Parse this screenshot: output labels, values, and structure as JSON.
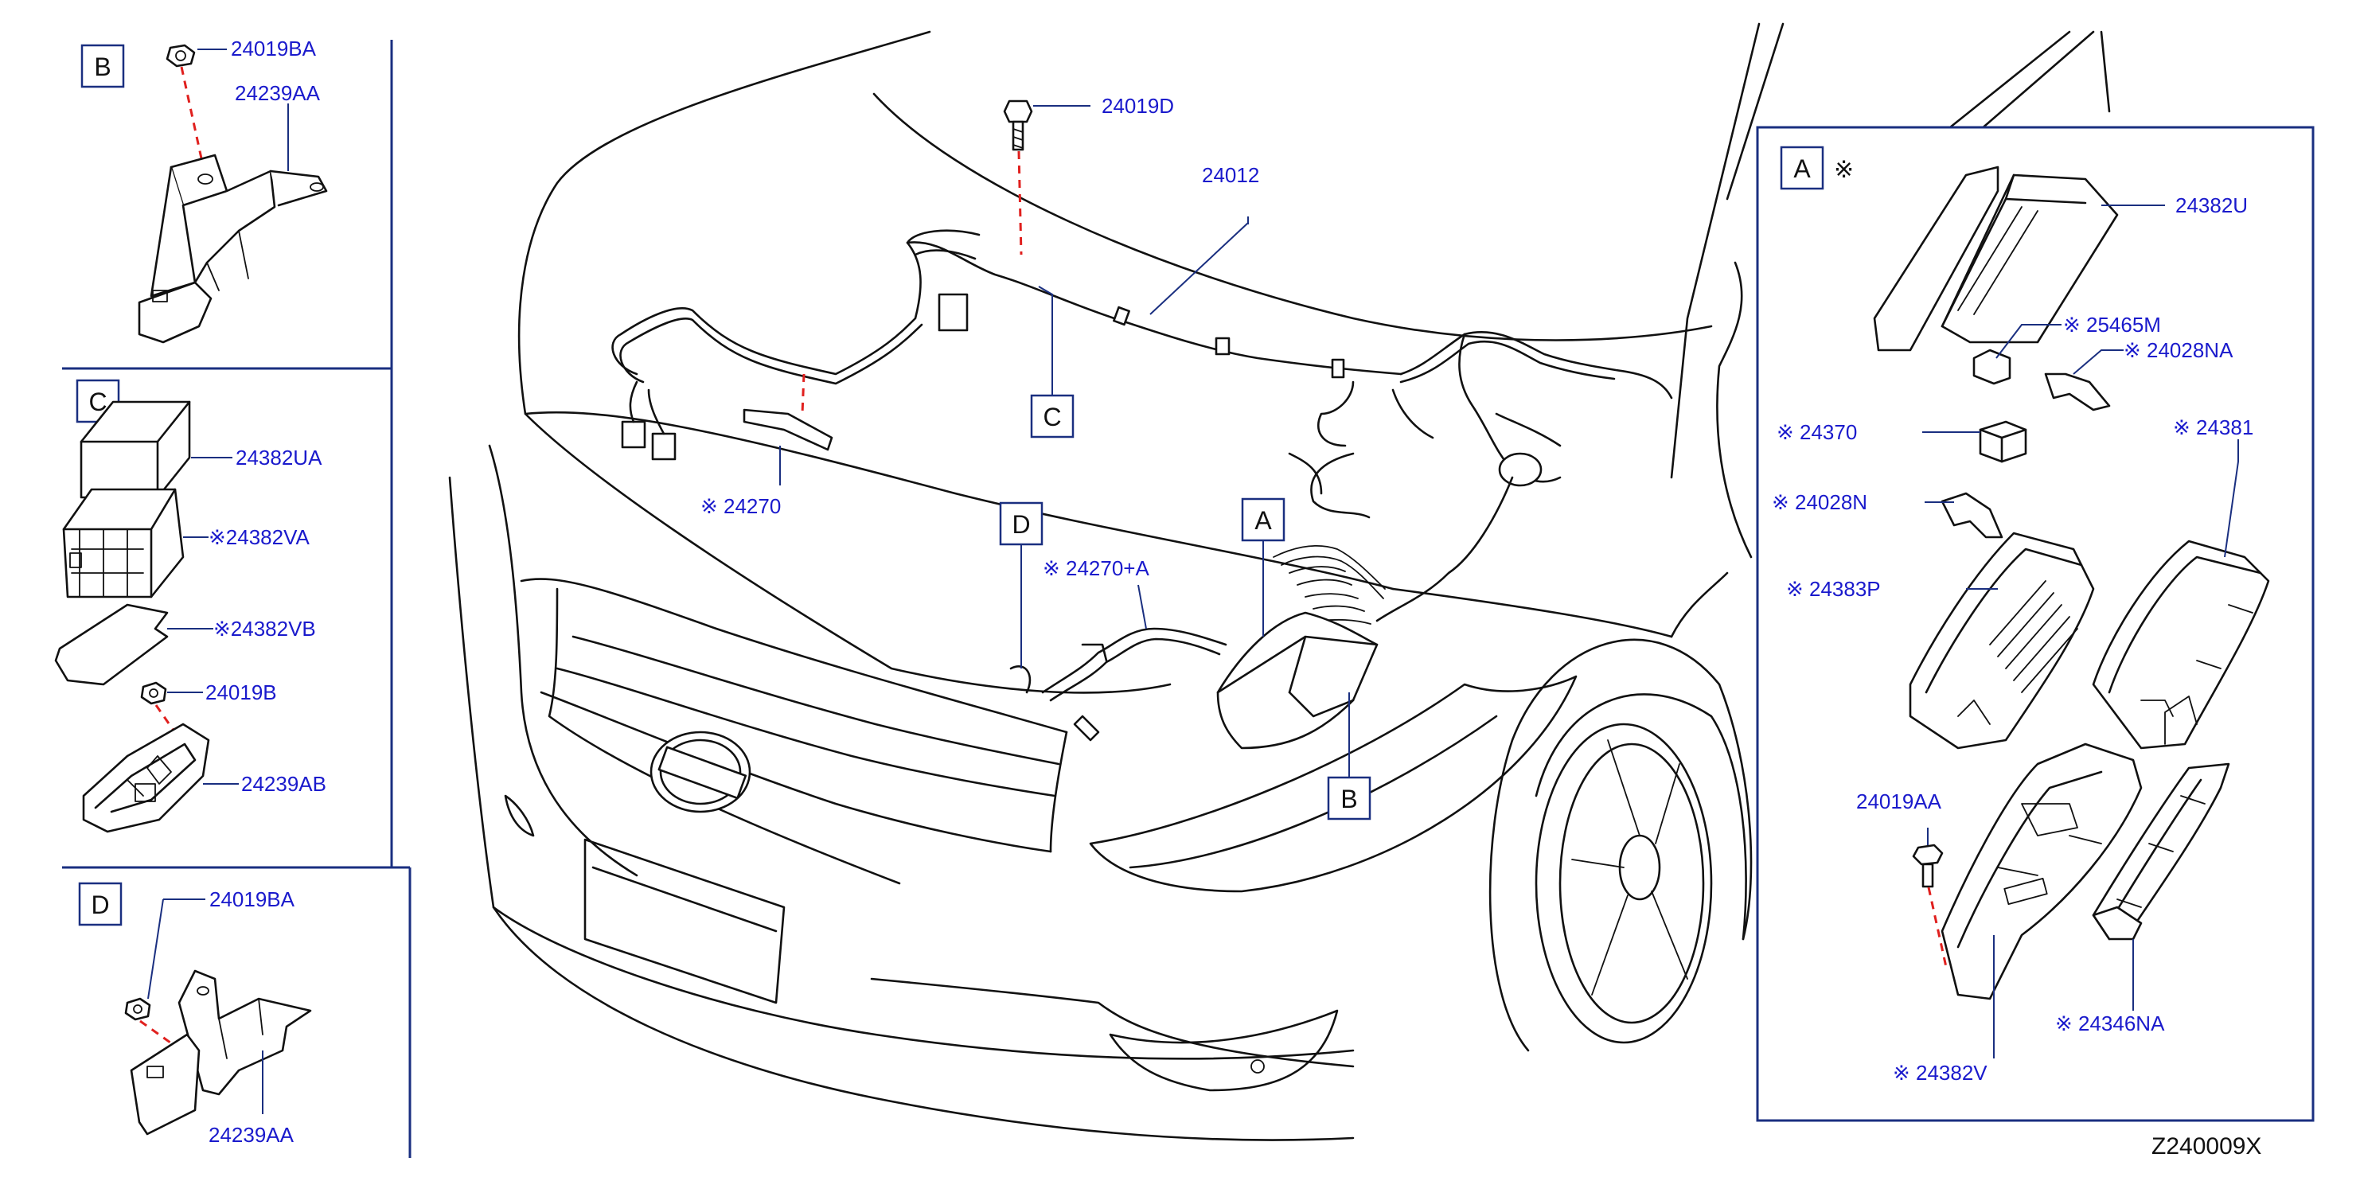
{
  "colors": {
    "label_blue": "#1a1acc",
    "frame_blue": "#1a2f80",
    "dash_red": "#e0201e",
    "line": "#111111"
  },
  "diagram_code": "Z240009X",
  "boxes": {
    "a": "A",
    "b": "B",
    "c": "C",
    "d": "D"
  },
  "callouts": {
    "main_a": "A",
    "main_b": "B",
    "main_c": "C",
    "main_d": "D"
  },
  "note_symbol": "※",
  "labels": {
    "b_24019ba": "24019BA",
    "b_24239aa": "24239AA",
    "c_24382ua": "24382UA",
    "c_24382va": "※24382VA",
    "c_24382vb": "※24382VB",
    "c_24019b": "24019B",
    "c_24239ab": "24239AB",
    "d_24019ba": "24019BA",
    "d_24239aa": "24239AA",
    "m_24019d": "24019D",
    "m_24012": "24012",
    "m_24270": "※ 24270",
    "m_24270a": "※ 24270+A",
    "a_24382u": "24382U",
    "a_25465m": "※ 25465M",
    "a_24028na": "※ 24028NA",
    "a_24370": "※ 24370",
    "a_24381": "※ 24381",
    "a_24028n": "※ 24028N",
    "a_24383p": "※ 24383P",
    "a_24019aa": "24019AA",
    "a_24346na": "※ 24346NA",
    "a_24382v": "※ 24382V"
  }
}
